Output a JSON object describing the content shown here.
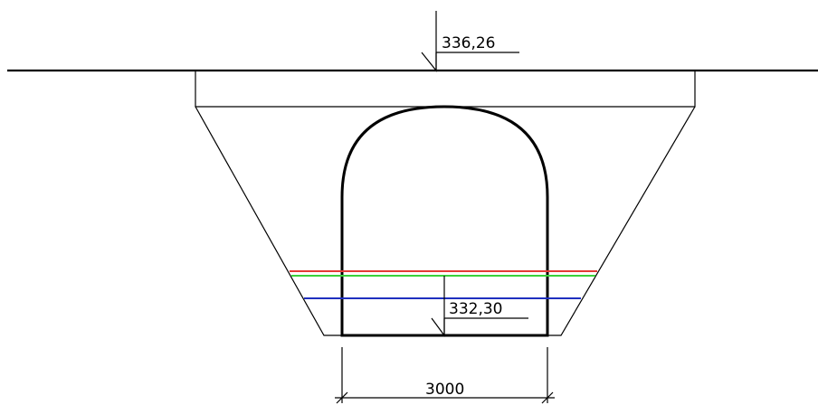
{
  "drawing": {
    "top_elevation": "336,26",
    "water_elevation": "332,30",
    "width_dimension": "3000"
  },
  "colors": {
    "line": "#000000",
    "water_red": "#e53935",
    "water_green": "#3bd13b",
    "water_blue": "#1f2fbf",
    "background": "#ffffff"
  }
}
